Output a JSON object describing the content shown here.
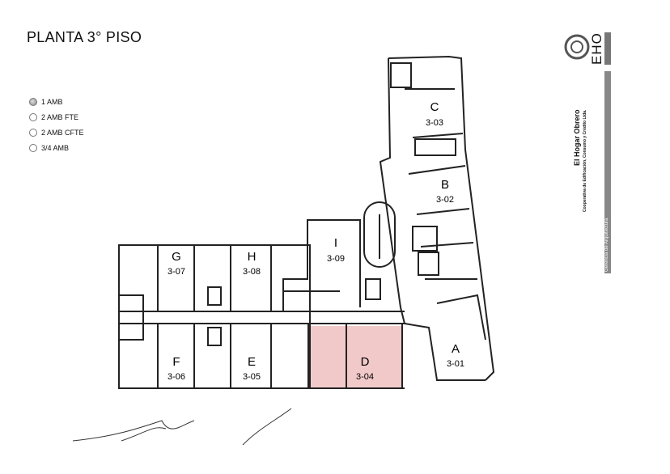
{
  "title": "PLANTA 3° PISO",
  "legend": [
    {
      "label": "1 AMB",
      "selected": true
    },
    {
      "label": "2 AMB FTE",
      "selected": false
    },
    {
      "label": "2 AMB CFTE",
      "selected": false
    },
    {
      "label": "3/4 AMB",
      "selected": false
    }
  ],
  "units": [
    {
      "letter": "C",
      "code": "3-03"
    },
    {
      "letter": "B",
      "code": "3-02"
    },
    {
      "letter": "I",
      "code": "3-09"
    },
    {
      "letter": "G",
      "code": "3-07"
    },
    {
      "letter": "H",
      "code": "3-08"
    },
    {
      "letter": "F",
      "code": "3-06"
    },
    {
      "letter": "E",
      "code": "3-05"
    },
    {
      "letter": "D",
      "code": "3-04"
    },
    {
      "letter": "A",
      "code": "3-01"
    }
  ],
  "highlight_color": "#f2c9c9",
  "logo": {
    "mark": "EHO",
    "name": "El Hogar Obrero",
    "subtitle": "Cooperativa de Edificación, Consumo y Crédito Ltda.",
    "department": "Gerencia de Arquitectura"
  }
}
